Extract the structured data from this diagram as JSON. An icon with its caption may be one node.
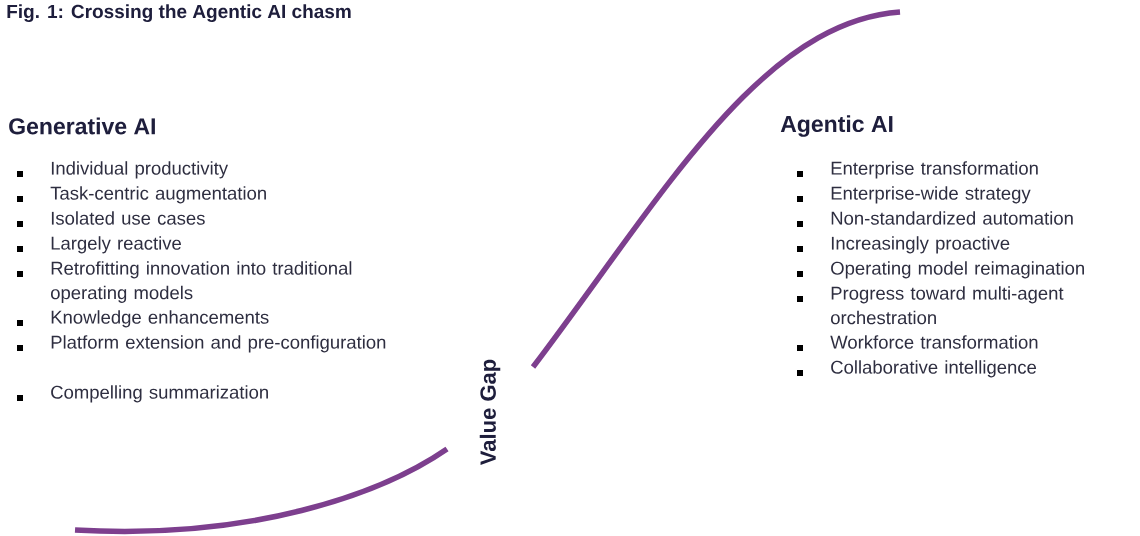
{
  "diagram": {
    "title": "Fig. 1: Crossing the Agentic AI chasm",
    "labels": [
      "Generative AI",
      "Individual productivity",
      "Task-centric augmentation",
      "Isolated use cases",
      "Largely reactive",
      "Retrofitting innovation into traditional operating models",
      "Knowledge enhancements",
      "Platform extension and pre-configuration",
      "Compelling summarization",
      "Agentic AI",
      "Enterprise transformation",
      "Enterprise-wide strategy",
      "Non-standardized automation",
      "Increasingly proactive",
      "Operating model reimagination",
      "Progress toward multi-agent orchestration",
      "Workforce transformation",
      "Collaborative intelligence",
      "Value Gap"
    ]
  }
}
